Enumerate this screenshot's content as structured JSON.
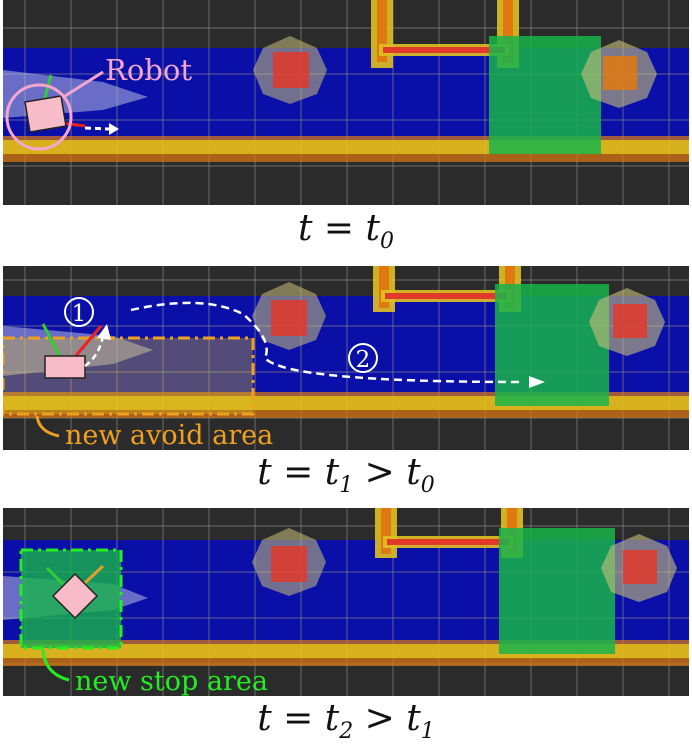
{
  "panels": [
    {
      "caption": {
        "lhs": "t = t",
        "sub": "0",
        "rest": ""
      },
      "annotation": {
        "robot_label": "Robot"
      }
    },
    {
      "caption": {
        "lhs": "t = t",
        "sub": "1",
        "rest": " > t",
        "sub2": "0"
      },
      "annotation": {
        "area_label": "new avoid area",
        "step1": "1",
        "step2": "2"
      }
    },
    {
      "caption": {
        "lhs": "t = t",
        "sub": "2",
        "rest": " > t",
        "sub2": "1"
      },
      "annotation": {
        "area_label": "new stop area"
      }
    }
  ],
  "colors": {
    "background": "#2b2b2b",
    "lane": "#0a0fa8",
    "rail_yellow": "#e0c020",
    "rail_orange": "#e07a10",
    "green_area": "#19b44a",
    "obstacle": "#e23a2a",
    "robot": "#f7bcc8",
    "robot_label": "#f5a6cf",
    "avoid_area": "#f0a020",
    "stop_area": "#22ee22"
  }
}
